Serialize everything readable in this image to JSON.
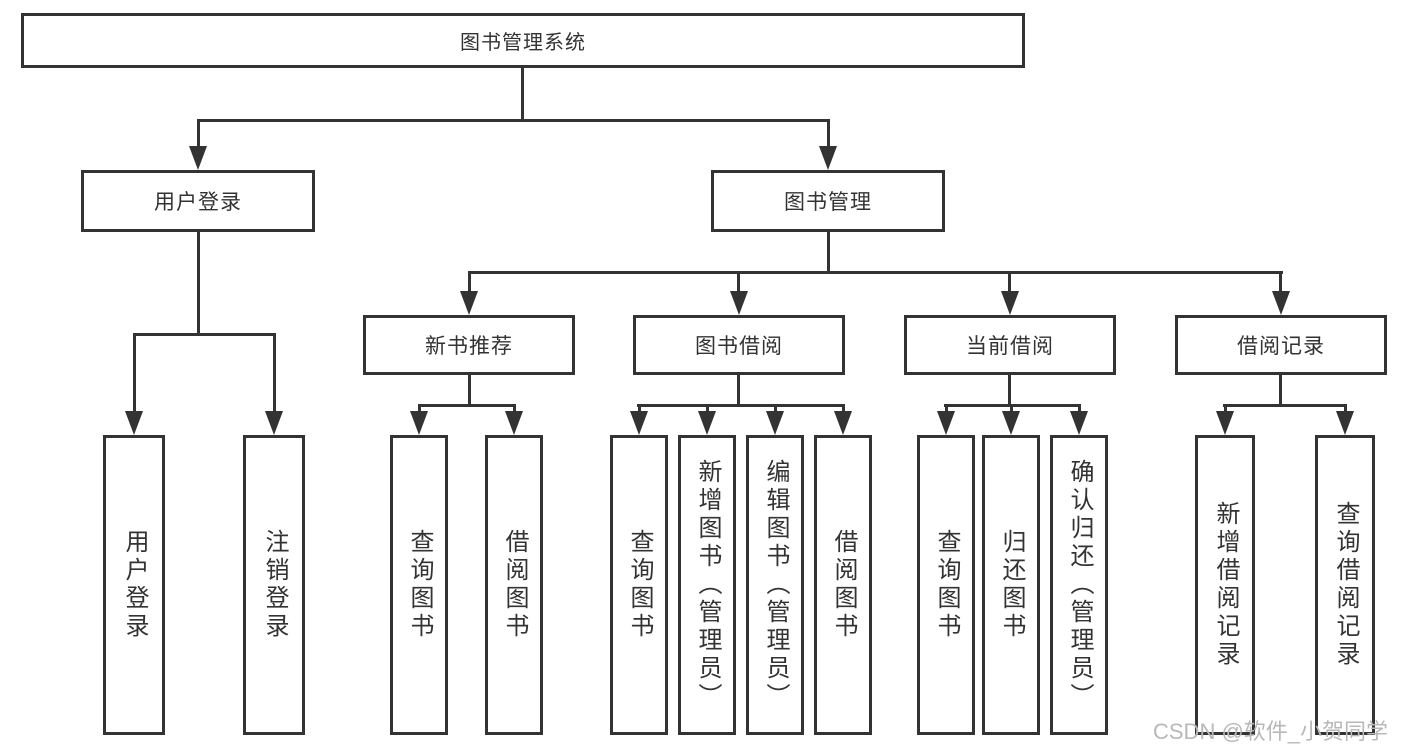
{
  "diagram": {
    "root_label": "图书管理系统",
    "nodes": {
      "user_login": "用户登录",
      "book_mgmt": "图书管理",
      "new_books": "新书推荐",
      "book_borrow": "图书借阅",
      "current_borrow": "当前借阅",
      "borrow_records": "借阅记录"
    },
    "leaves": {
      "login": "用户登录",
      "logout": "注销登录",
      "nb_query": "查询图书",
      "nb_borrow": "借阅图书",
      "bb_query": "查询图书",
      "bb_add": "新增图书（管理员）",
      "bb_edit": "编辑图书（管理员）",
      "bb_borrow": "借阅图书",
      "cb_query": "查询图书",
      "cb_return": "归还图书",
      "cb_confirm": "确认归还（管理员）",
      "br_add": "新增借阅记录",
      "br_query": "查询借阅记录"
    }
  },
  "watermark": "CSDN @软件_小贺同学",
  "colors": {
    "line": "#333333",
    "text": "#333333",
    "watermark": "#b8b8b8",
    "background": "#ffffff"
  }
}
